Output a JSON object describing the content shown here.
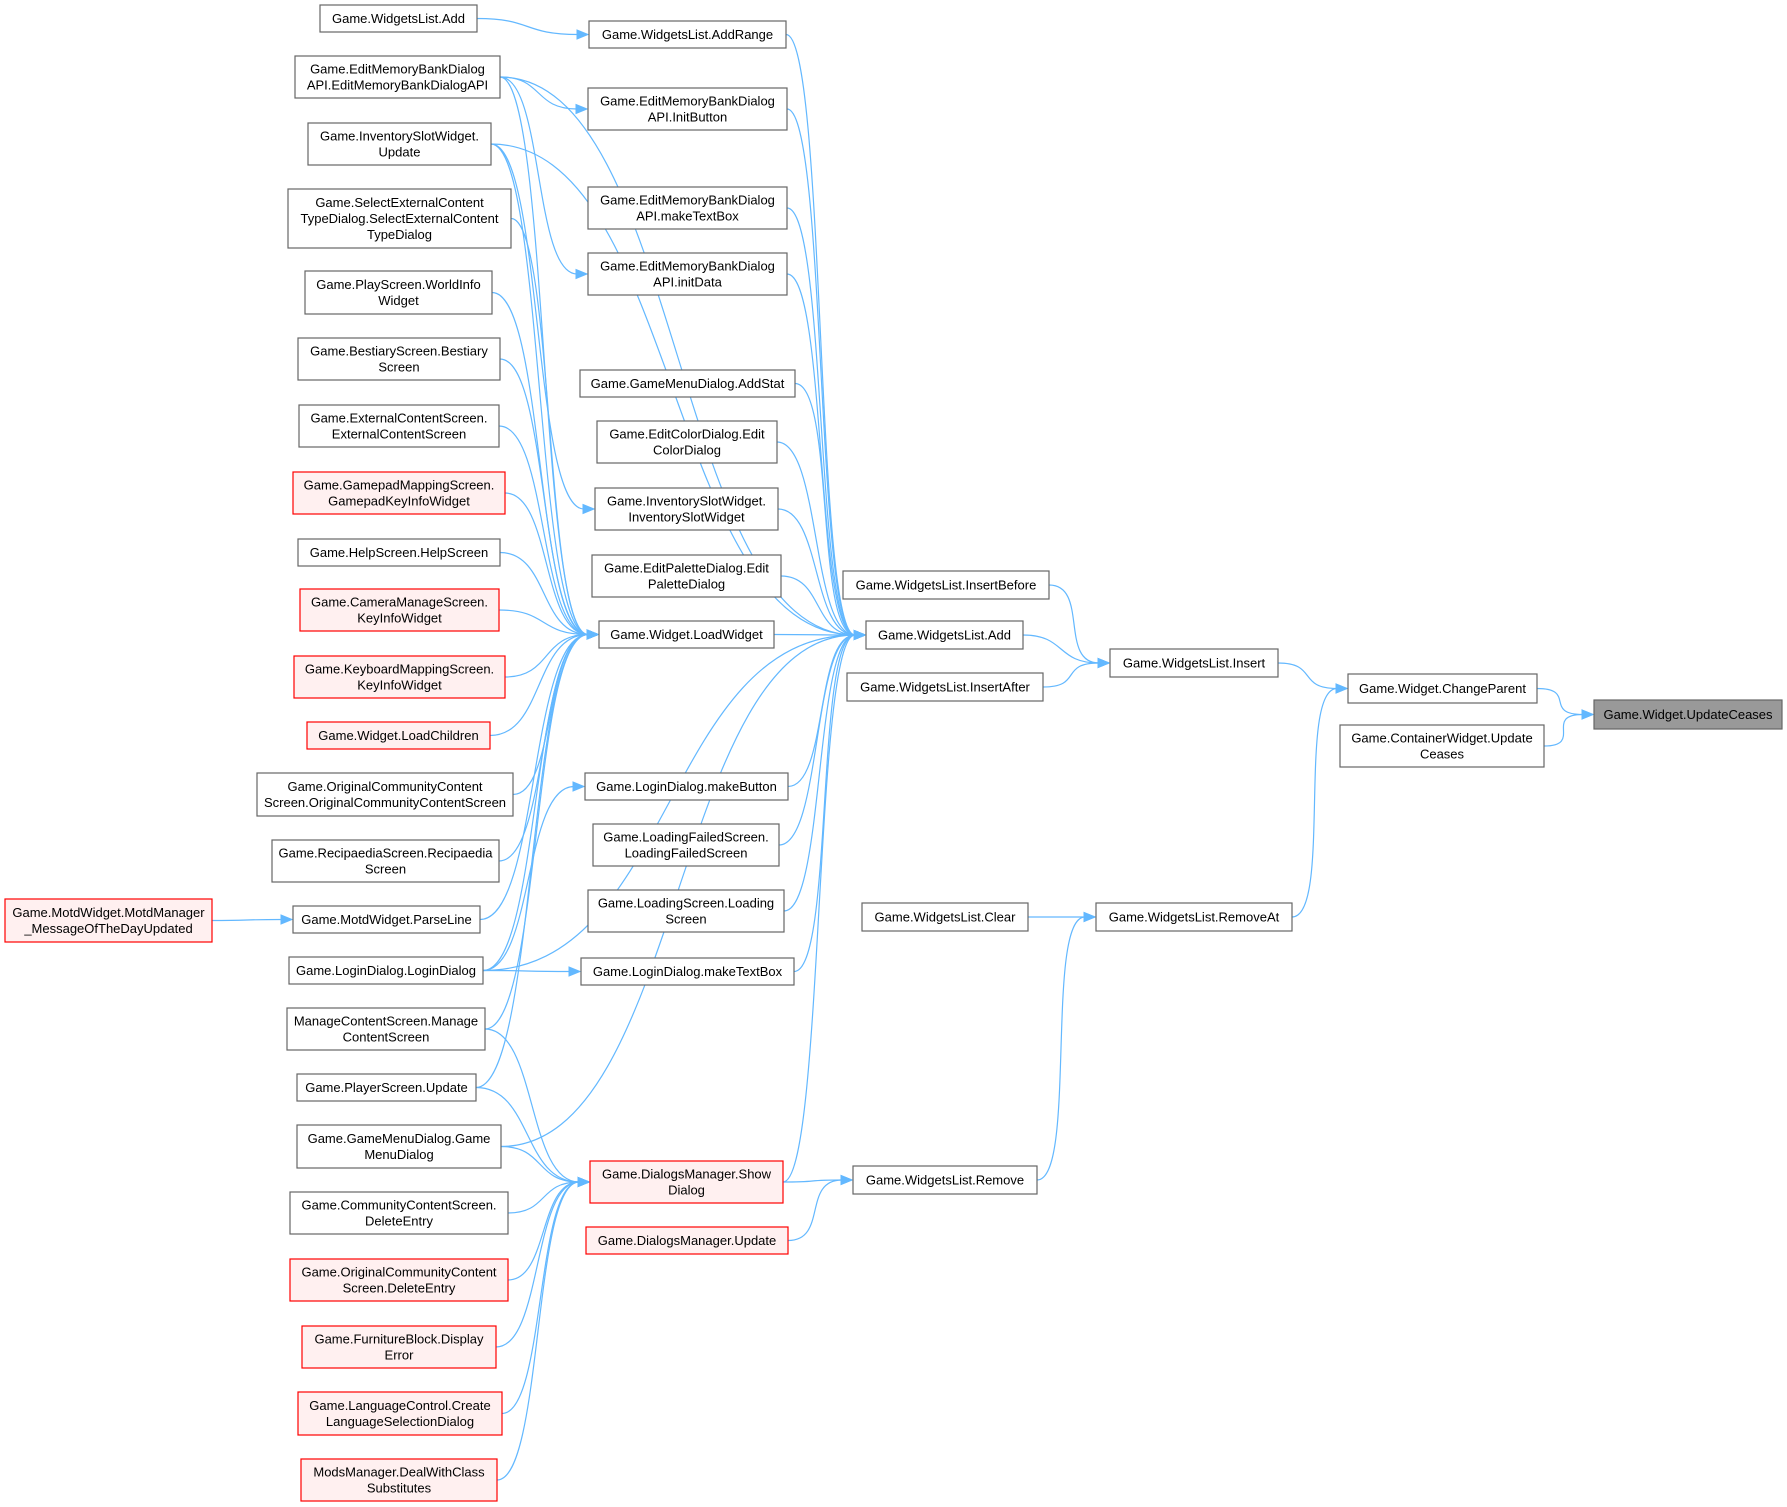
{
  "title": "Game.Widget.UpdateCeases caller graph",
  "colors": {
    "edge": "#63b8ff",
    "node_border": "#666666",
    "root_fill": "#999999",
    "red_border": "#ff0000",
    "red_fill": "#fff0f0"
  },
  "nodes": [
    {
      "id": "root",
      "lines": [
        "Game.Widget.UpdateCeases"
      ],
      "style": "root"
    },
    {
      "id": "changeparent",
      "lines": [
        "Game.Widget.ChangeParent"
      ],
      "style": "normal"
    },
    {
      "id": "containerupdate",
      "lines": [
        "Game.ContainerWidget.Update",
        "Ceases"
      ],
      "style": "normal"
    },
    {
      "id": "insert",
      "lines": [
        "Game.WidgetsList.Insert"
      ],
      "style": "normal"
    },
    {
      "id": "removeat",
      "lines": [
        "Game.WidgetsList.RemoveAt"
      ],
      "style": "normal"
    },
    {
      "id": "insertbefore",
      "lines": [
        "Game.WidgetsList.InsertBefore"
      ],
      "style": "normal"
    },
    {
      "id": "wladd",
      "lines": [
        "Game.WidgetsList.Add"
      ],
      "style": "normal"
    },
    {
      "id": "insertafter",
      "lines": [
        "Game.WidgetsList.InsertAfter"
      ],
      "style": "normal"
    },
    {
      "id": "clear",
      "lines": [
        "Game.WidgetsList.Clear"
      ],
      "style": "normal"
    },
    {
      "id": "remove",
      "lines": [
        "Game.WidgetsList.Remove"
      ],
      "style": "normal"
    },
    {
      "id": "addrange",
      "lines": [
        "Game.WidgetsList.AddRange"
      ],
      "style": "normal"
    },
    {
      "id": "initbutton",
      "lines": [
        "Game.EditMemoryBankDialog",
        "API.InitButton"
      ],
      "style": "normal"
    },
    {
      "id": "maketextbox_emb",
      "lines": [
        "Game.EditMemoryBankDialog",
        "API.makeTextBox"
      ],
      "style": "normal"
    },
    {
      "id": "initdata",
      "lines": [
        "Game.EditMemoryBankDialog",
        "API.initData"
      ],
      "style": "normal"
    },
    {
      "id": "addstat",
      "lines": [
        "Game.GameMenuDialog.AddStat"
      ],
      "style": "normal"
    },
    {
      "id": "editcolor",
      "lines": [
        "Game.EditColorDialog.Edit",
        "ColorDialog"
      ],
      "style": "normal"
    },
    {
      "id": "invslotctor",
      "lines": [
        "Game.InventorySlotWidget.",
        "InventorySlotWidget"
      ],
      "style": "normal"
    },
    {
      "id": "editpalette",
      "lines": [
        "Game.EditPaletteDialog.Edit",
        "PaletteDialog"
      ],
      "style": "normal"
    },
    {
      "id": "loadwidget",
      "lines": [
        "Game.Widget.LoadWidget"
      ],
      "style": "normal"
    },
    {
      "id": "makebutton",
      "lines": [
        "Game.LoginDialog.makeButton"
      ],
      "style": "normal"
    },
    {
      "id": "loadingfailed",
      "lines": [
        "Game.LoadingFailedScreen.",
        "LoadingFailedScreen"
      ],
      "style": "normal"
    },
    {
      "id": "loadingscreen",
      "lines": [
        "Game.LoadingScreen.Loading",
        "Screen"
      ],
      "style": "normal"
    },
    {
      "id": "maketextbox_login",
      "lines": [
        "Game.LoginDialog.makeTextBox"
      ],
      "style": "normal"
    },
    {
      "id": "showdialog",
      "lines": [
        "Game.DialogsManager.Show",
        "Dialog"
      ],
      "style": "red"
    },
    {
      "id": "dmupdate",
      "lines": [
        "Game.DialogsManager.Update"
      ],
      "style": "red"
    },
    {
      "id": "wladd2",
      "lines": [
        "Game.WidgetsList.Add"
      ],
      "style": "normal"
    },
    {
      "id": "embapi",
      "lines": [
        "Game.EditMemoryBankDialog",
        "API.EditMemoryBankDialogAPI"
      ],
      "style": "normal"
    },
    {
      "id": "invslotupdate",
      "lines": [
        "Game.InventorySlotWidget.",
        "Update"
      ],
      "style": "normal"
    },
    {
      "id": "selectext",
      "lines": [
        "Game.SelectExternalContent",
        "TypeDialog.SelectExternalContent",
        "TypeDialog"
      ],
      "style": "normal"
    },
    {
      "id": "worldinfo",
      "lines": [
        "Game.PlayScreen.WorldInfo",
        "Widget"
      ],
      "style": "normal"
    },
    {
      "id": "bestiary",
      "lines": [
        "Game.BestiaryScreen.Bestiary",
        "Screen"
      ],
      "style": "normal"
    },
    {
      "id": "externalcontent",
      "lines": [
        "Game.ExternalContentScreen.",
        "ExternalContentScreen"
      ],
      "style": "normal"
    },
    {
      "id": "gamepad",
      "lines": [
        "Game.GamepadMappingScreen.",
        "GamepadKeyInfoWidget"
      ],
      "style": "red"
    },
    {
      "id": "help",
      "lines": [
        "Game.HelpScreen.HelpScreen"
      ],
      "style": "normal"
    },
    {
      "id": "camera",
      "lines": [
        "Game.CameraManageScreen.",
        "KeyInfoWidget"
      ],
      "style": "red"
    },
    {
      "id": "keyboard",
      "lines": [
        "Game.KeyboardMappingScreen.",
        "KeyInfoWidget"
      ],
      "style": "red"
    },
    {
      "id": "loadchildren",
      "lines": [
        "Game.Widget.LoadChildren"
      ],
      "style": "red"
    },
    {
      "id": "origcommunity",
      "lines": [
        "Game.OriginalCommunityContent",
        "Screen.OriginalCommunityContentScreen"
      ],
      "style": "normal"
    },
    {
      "id": "recipaedia",
      "lines": [
        "Game.RecipaediaScreen.Recipaedia",
        "Screen"
      ],
      "style": "normal"
    },
    {
      "id": "parseline",
      "lines": [
        "Game.MotdWidget.ParseLine"
      ],
      "style": "normal"
    },
    {
      "id": "motdupdated",
      "lines": [
        "Game.MotdWidget.MotdManager",
        "_MessageOfTheDayUpdated"
      ],
      "style": "red"
    },
    {
      "id": "logindialog",
      "lines": [
        "Game.LoginDialog.LoginDialog"
      ],
      "style": "normal"
    },
    {
      "id": "managecontent",
      "lines": [
        "ManageContentScreen.Manage",
        "ContentScreen"
      ],
      "style": "normal"
    },
    {
      "id": "playerupdate",
      "lines": [
        "Game.PlayerScreen.Update"
      ],
      "style": "normal"
    },
    {
      "id": "gamemenu",
      "lines": [
        "Game.GameMenuDialog.Game",
        "MenuDialog"
      ],
      "style": "normal"
    },
    {
      "id": "communitydelete",
      "lines": [
        "Game.CommunityContentScreen.",
        "DeleteEntry"
      ],
      "style": "normal"
    },
    {
      "id": "origdelete",
      "lines": [
        "Game.OriginalCommunityContent",
        "Screen.DeleteEntry"
      ],
      "style": "red"
    },
    {
      "id": "furniture",
      "lines": [
        "Game.FurnitureBlock.Display",
        "Error"
      ],
      "style": "red"
    },
    {
      "id": "language",
      "lines": [
        "Game.LanguageControl.Create",
        "LanguageSelectionDialog"
      ],
      "style": "red"
    },
    {
      "id": "mods",
      "lines": [
        "ModsManager.DealWithClass",
        "Substitutes"
      ],
      "style": "red"
    }
  ],
  "edges": [
    [
      "changeparent",
      "root"
    ],
    [
      "containerupdate",
      "root"
    ],
    [
      "insert",
      "changeparent"
    ],
    [
      "removeat",
      "changeparent"
    ],
    [
      "insertbefore",
      "insert"
    ],
    [
      "wladd",
      "insert"
    ],
    [
      "insertafter",
      "insert"
    ],
    [
      "clear",
      "removeat"
    ],
    [
      "remove",
      "removeat"
    ],
    [
      "addrange",
      "wladd"
    ],
    [
      "initbutton",
      "wladd"
    ],
    [
      "maketextbox_emb",
      "wladd"
    ],
    [
      "initdata",
      "wladd"
    ],
    [
      "addstat",
      "wladd"
    ],
    [
      "editcolor",
      "wladd"
    ],
    [
      "invslotctor",
      "wladd"
    ],
    [
      "editpalette",
      "wladd"
    ],
    [
      "loadwidget",
      "wladd"
    ],
    [
      "makebutton",
      "wladd"
    ],
    [
      "loadingfailed",
      "wladd"
    ],
    [
      "loadingscreen",
      "wladd"
    ],
    [
      "maketextbox_login",
      "wladd"
    ],
    [
      "showdialog",
      "wladd"
    ],
    [
      "embapi",
      "wladd"
    ],
    [
      "invslotupdate",
      "wladd"
    ],
    [
      "gamemenu",
      "wladd"
    ],
    [
      "logindialog",
      "wladd"
    ],
    [
      "showdialog",
      "remove"
    ],
    [
      "dmupdate",
      "remove"
    ],
    [
      "wladd2",
      "addrange"
    ],
    [
      "embapi",
      "initbutton"
    ],
    [
      "embapi",
      "initdata"
    ],
    [
      "invslotupdate",
      "invslotctor"
    ],
    [
      "logindialog",
      "maketextbox_login"
    ],
    [
      "logindialog",
      "makebutton"
    ],
    [
      "motdupdated",
      "parseline"
    ],
    [
      "embapi",
      "loadwidget"
    ],
    [
      "invslotupdate",
      "loadwidget"
    ],
    [
      "selectext",
      "loadwidget"
    ],
    [
      "worldinfo",
      "loadwidget"
    ],
    [
      "bestiary",
      "loadwidget"
    ],
    [
      "externalcontent",
      "loadwidget"
    ],
    [
      "gamepad",
      "loadwidget"
    ],
    [
      "help",
      "loadwidget"
    ],
    [
      "camera",
      "loadwidget"
    ],
    [
      "keyboard",
      "loadwidget"
    ],
    [
      "loadchildren",
      "loadwidget"
    ],
    [
      "origcommunity",
      "loadwidget"
    ],
    [
      "recipaedia",
      "loadwidget"
    ],
    [
      "parseline",
      "loadwidget"
    ],
    [
      "logindialog",
      "loadwidget"
    ],
    [
      "managecontent",
      "loadwidget"
    ],
    [
      "playerupdate",
      "loadwidget"
    ],
    [
      "managecontent",
      "showdialog"
    ],
    [
      "playerupdate",
      "showdialog"
    ],
    [
      "gamemenu",
      "showdialog"
    ],
    [
      "communitydelete",
      "showdialog"
    ],
    [
      "origdelete",
      "showdialog"
    ],
    [
      "furniture",
      "showdialog"
    ],
    [
      "language",
      "showdialog"
    ],
    [
      "mods",
      "showdialog"
    ]
  ]
}
